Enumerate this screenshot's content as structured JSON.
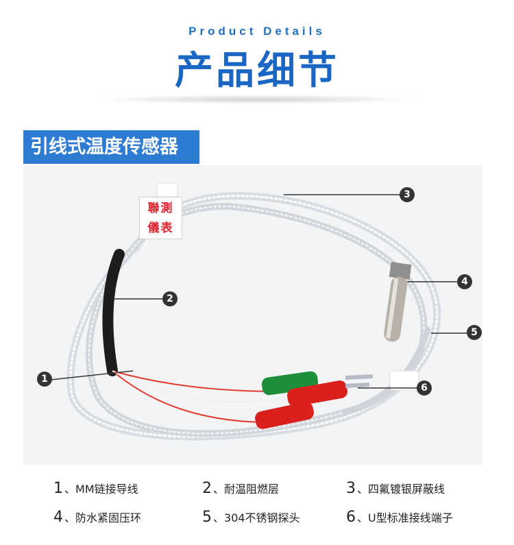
{
  "header": {
    "en_title": "Product Details",
    "cn_title": "产品细节"
  },
  "section": {
    "title": "引线式温度传感器"
  },
  "stamp": {
    "line1": "聯測",
    "line2": "儀表"
  },
  "callouts": [
    "1",
    "2",
    "3",
    "4",
    "5",
    "6"
  ],
  "legend": [
    {
      "num": "1",
      "sep": "、",
      "text": "MM链接导线"
    },
    {
      "num": "2",
      "sep": "、",
      "text": "耐温阻燃层"
    },
    {
      "num": "3",
      "sep": "、",
      "text": "四氟镀银屏蔽线"
    },
    {
      "num": "4",
      "sep": "、",
      "text": "防水紧固压环"
    },
    {
      "num": "5",
      "sep": "、",
      "text": "304不锈钢探头"
    },
    {
      "num": "6",
      "sep": "、",
      "text": "U型标准接线端子"
    }
  ],
  "colors": {
    "accent": "#1a66c4",
    "title_bar": "#2e7bd4",
    "stamp_text": "#e0202a",
    "callout_bg": "#333333"
  }
}
